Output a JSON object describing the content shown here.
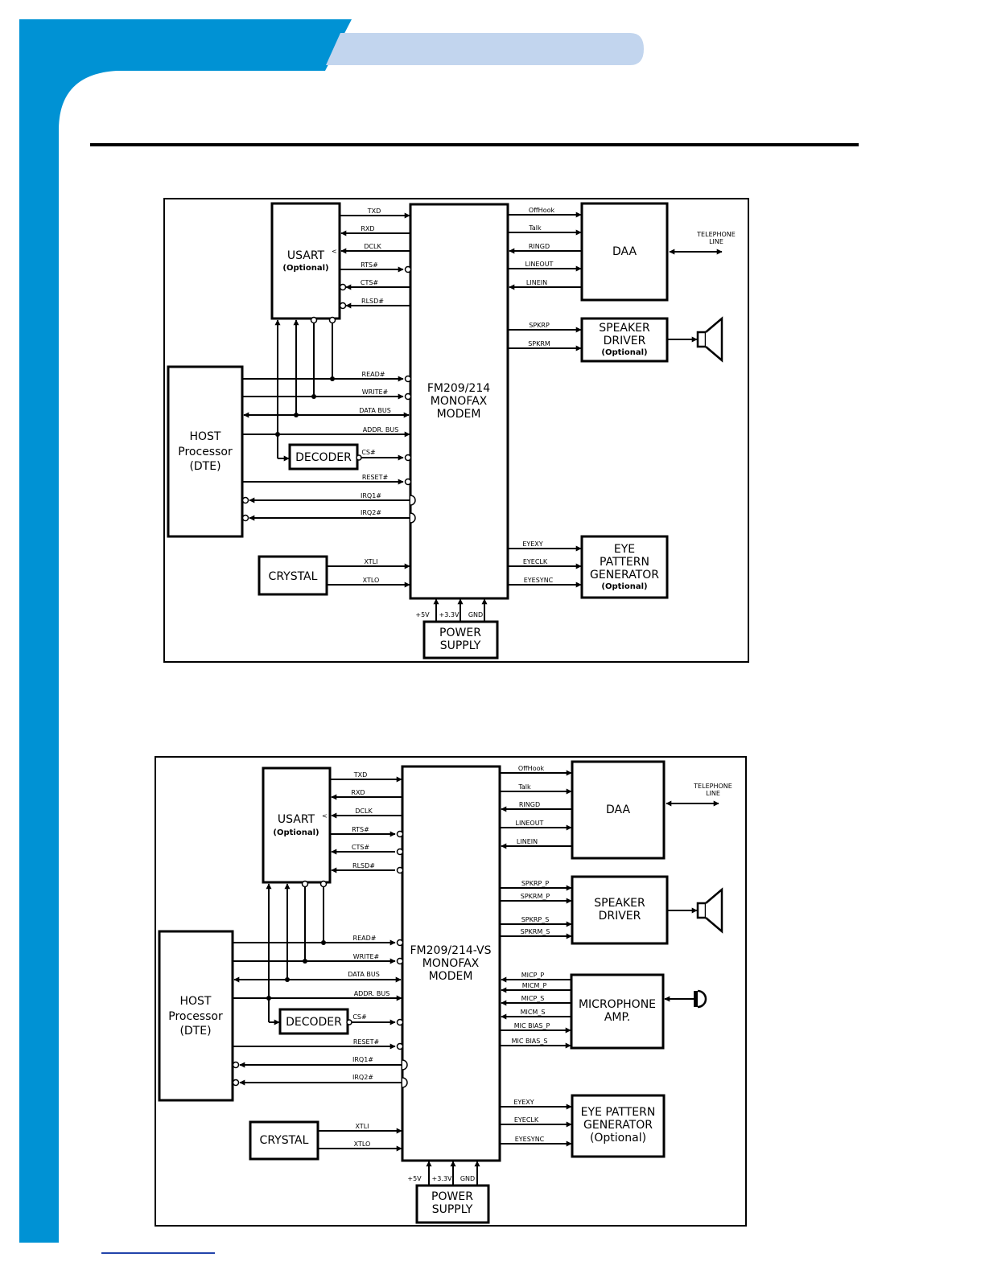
{
  "theme": {
    "accent": "#0092d4",
    "tab": "#c2d5ee"
  },
  "diagram1": {
    "usart": "USART",
    "usart_opt": "(Optional)",
    "modem": [
      "FM209/214",
      "MONOFAX",
      "MODEM"
    ],
    "daa": "DAA",
    "telephone": [
      "TELEPHONE",
      "LINE"
    ],
    "speaker": [
      "SPEAKER",
      "DRIVER"
    ],
    "speaker_opt": "(Optional)",
    "host": [
      "HOST",
      "Processor",
      "(DTE)"
    ],
    "decoder": "DECODER",
    "crystal": "CRYSTAL",
    "eye": [
      "EYE",
      "PATTERN",
      "GENERATOR"
    ],
    "eye_opt": "(Optional)",
    "power": [
      "POWER",
      "SUPPLY"
    ],
    "signals": {
      "txd": "TXD",
      "rxd": "RXD",
      "dclk": "DCLK",
      "rts": "RTS#",
      "cts": "CTS#",
      "rlsd": "RLSD#",
      "offhook": "OffHook",
      "talk": "Talk",
      "ringd": "RINGD",
      "lineout": "LINEOUT",
      "linein": "LINEIN",
      "spkrp": "SPKRP",
      "spkrm": "SPKRM",
      "read": "READ#",
      "write": "WRITE#",
      "databus": "DATA BUS",
      "addrbus": "ADDR. BUS",
      "cs": "CS#",
      "reset": "RESET#",
      "irq1": "IRQ1#",
      "irq2": "IRQ2#",
      "xtli": "XTLI",
      "xtlo": "XTLO",
      "eyexy": "EYEXY",
      "eyeclk": "EYECLK",
      "eyesync": "EYESYNC",
      "v5": "+5V",
      "v33": "+3.3V",
      "gnd": "GND"
    }
  },
  "diagram2": {
    "usart": "USART",
    "usart_opt": "(Optional)",
    "modem": [
      "FM209/214-VS",
      "MONOFAX",
      "MODEM"
    ],
    "daa": "DAA",
    "telephone": [
      "TELEPHONE",
      "LINE"
    ],
    "speaker": [
      "SPEAKER",
      "DRIVER"
    ],
    "mic": [
      "MICROPHONE",
      "AMP."
    ],
    "host": [
      "HOST",
      "Processor",
      "(DTE)"
    ],
    "decoder": "DECODER",
    "crystal": "CRYSTAL",
    "eye": [
      "EYE PATTERN",
      "GENERATOR",
      "(Optional)"
    ],
    "power": [
      "POWER",
      "SUPPLY"
    ],
    "signals": {
      "txd": "TXD",
      "rxd": "RXD",
      "dclk": "DCLK",
      "rts": "RTS#",
      "cts": "CTS#",
      "rlsd": "RLSD#",
      "offhook": "OffHook",
      "talk": "Talk",
      "ringd": "RINGD",
      "lineout": "LINEOUT",
      "linein": "LINEIN",
      "spkrp_p": "SPKRP_P",
      "spkrm_p": "SPKRM_P",
      "spkrp_s": "SPKRP_S",
      "spkrm_s": "SPKRM_S",
      "micp_p": "MICP_P",
      "micm_p": "MICM_P",
      "micp_s": "MICP_S",
      "micm_s": "MICM_S",
      "micbias_p": "MIC BIAS_P",
      "micbias_s": "MIC BIAS_S",
      "read": "READ#",
      "write": "WRITE#",
      "databus": "DATA BUS",
      "addrbus": "ADDR. BUS",
      "cs": "CS#",
      "reset": "RESET#",
      "irq1": "IRQ1#",
      "irq2": "IRQ2#",
      "xtli": "XTLI",
      "xtlo": "XTLO",
      "eyexy": "EYEXY",
      "eyeclk": "EYECLK",
      "eyesync": "EYESYNC",
      "v5": "+5V",
      "v33": "+3.3V",
      "gnd": "GND"
    }
  }
}
